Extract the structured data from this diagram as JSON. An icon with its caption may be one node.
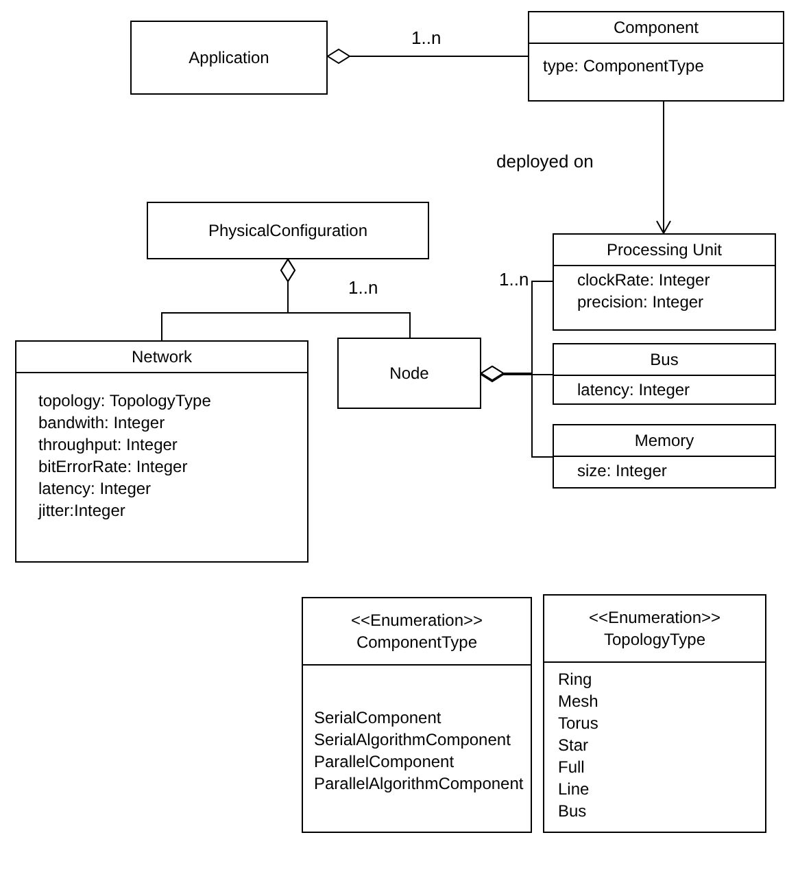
{
  "diagram": {
    "nodes": [
      {
        "text": [
          "Application"
        ]
      },
      {
        "text": [
          "Component",
          "type: ComponentType"
        ]
      },
      {
        "text": [
          "PhysicalConfiguration"
        ]
      },
      {
        "text": [
          "Processing Unit",
          "clockRate: Integer",
          "precision: Integer"
        ]
      },
      {
        "text": [
          "Network",
          "topology: TopologyType",
          "bandwith: Integer",
          "throughput: Integer",
          "bitErrorRate: Integer",
          "latency: Integer",
          "jitter:Integer"
        ]
      },
      {
        "text": [
          "Node"
        ]
      },
      {
        "text": [
          "Bus",
          "latency: Integer"
        ]
      },
      {
        "text": [
          "Memory",
          "size: Integer"
        ]
      },
      {
        "text": [
          "<<Enumeration>>",
          "ComponentType",
          "SerialComponent",
          "SerialAlgorithmComponent",
          "ParallelComponent",
          "ParallelAlgorithmComponent"
        ]
      },
      {
        "text": [
          "<<Enumeration>>",
          "TopologyType",
          "Ring",
          "Mesh",
          "Torus",
          "Star",
          "Full",
          "Line",
          "Bus"
        ]
      }
    ],
    "edges": [
      {
        "from": 1,
        "to": 0,
        "arrow": "other",
        "label": "1..n"
      },
      {
        "from": 1,
        "to": 3,
        "arrow": "to",
        "label": "deployed on"
      },
      {
        "from": 4,
        "to": 2,
        "arrow": "other"
      },
      {
        "from": 5,
        "to": 2,
        "arrow": "other",
        "label": "1..n"
      },
      {
        "from": 3,
        "to": 5,
        "arrow": "other",
        "label": "1..n"
      },
      {
        "from": 6,
        "to": 5,
        "arrow": "other"
      },
      {
        "from": 7,
        "to": 5,
        "arrow": "other"
      }
    ]
  }
}
